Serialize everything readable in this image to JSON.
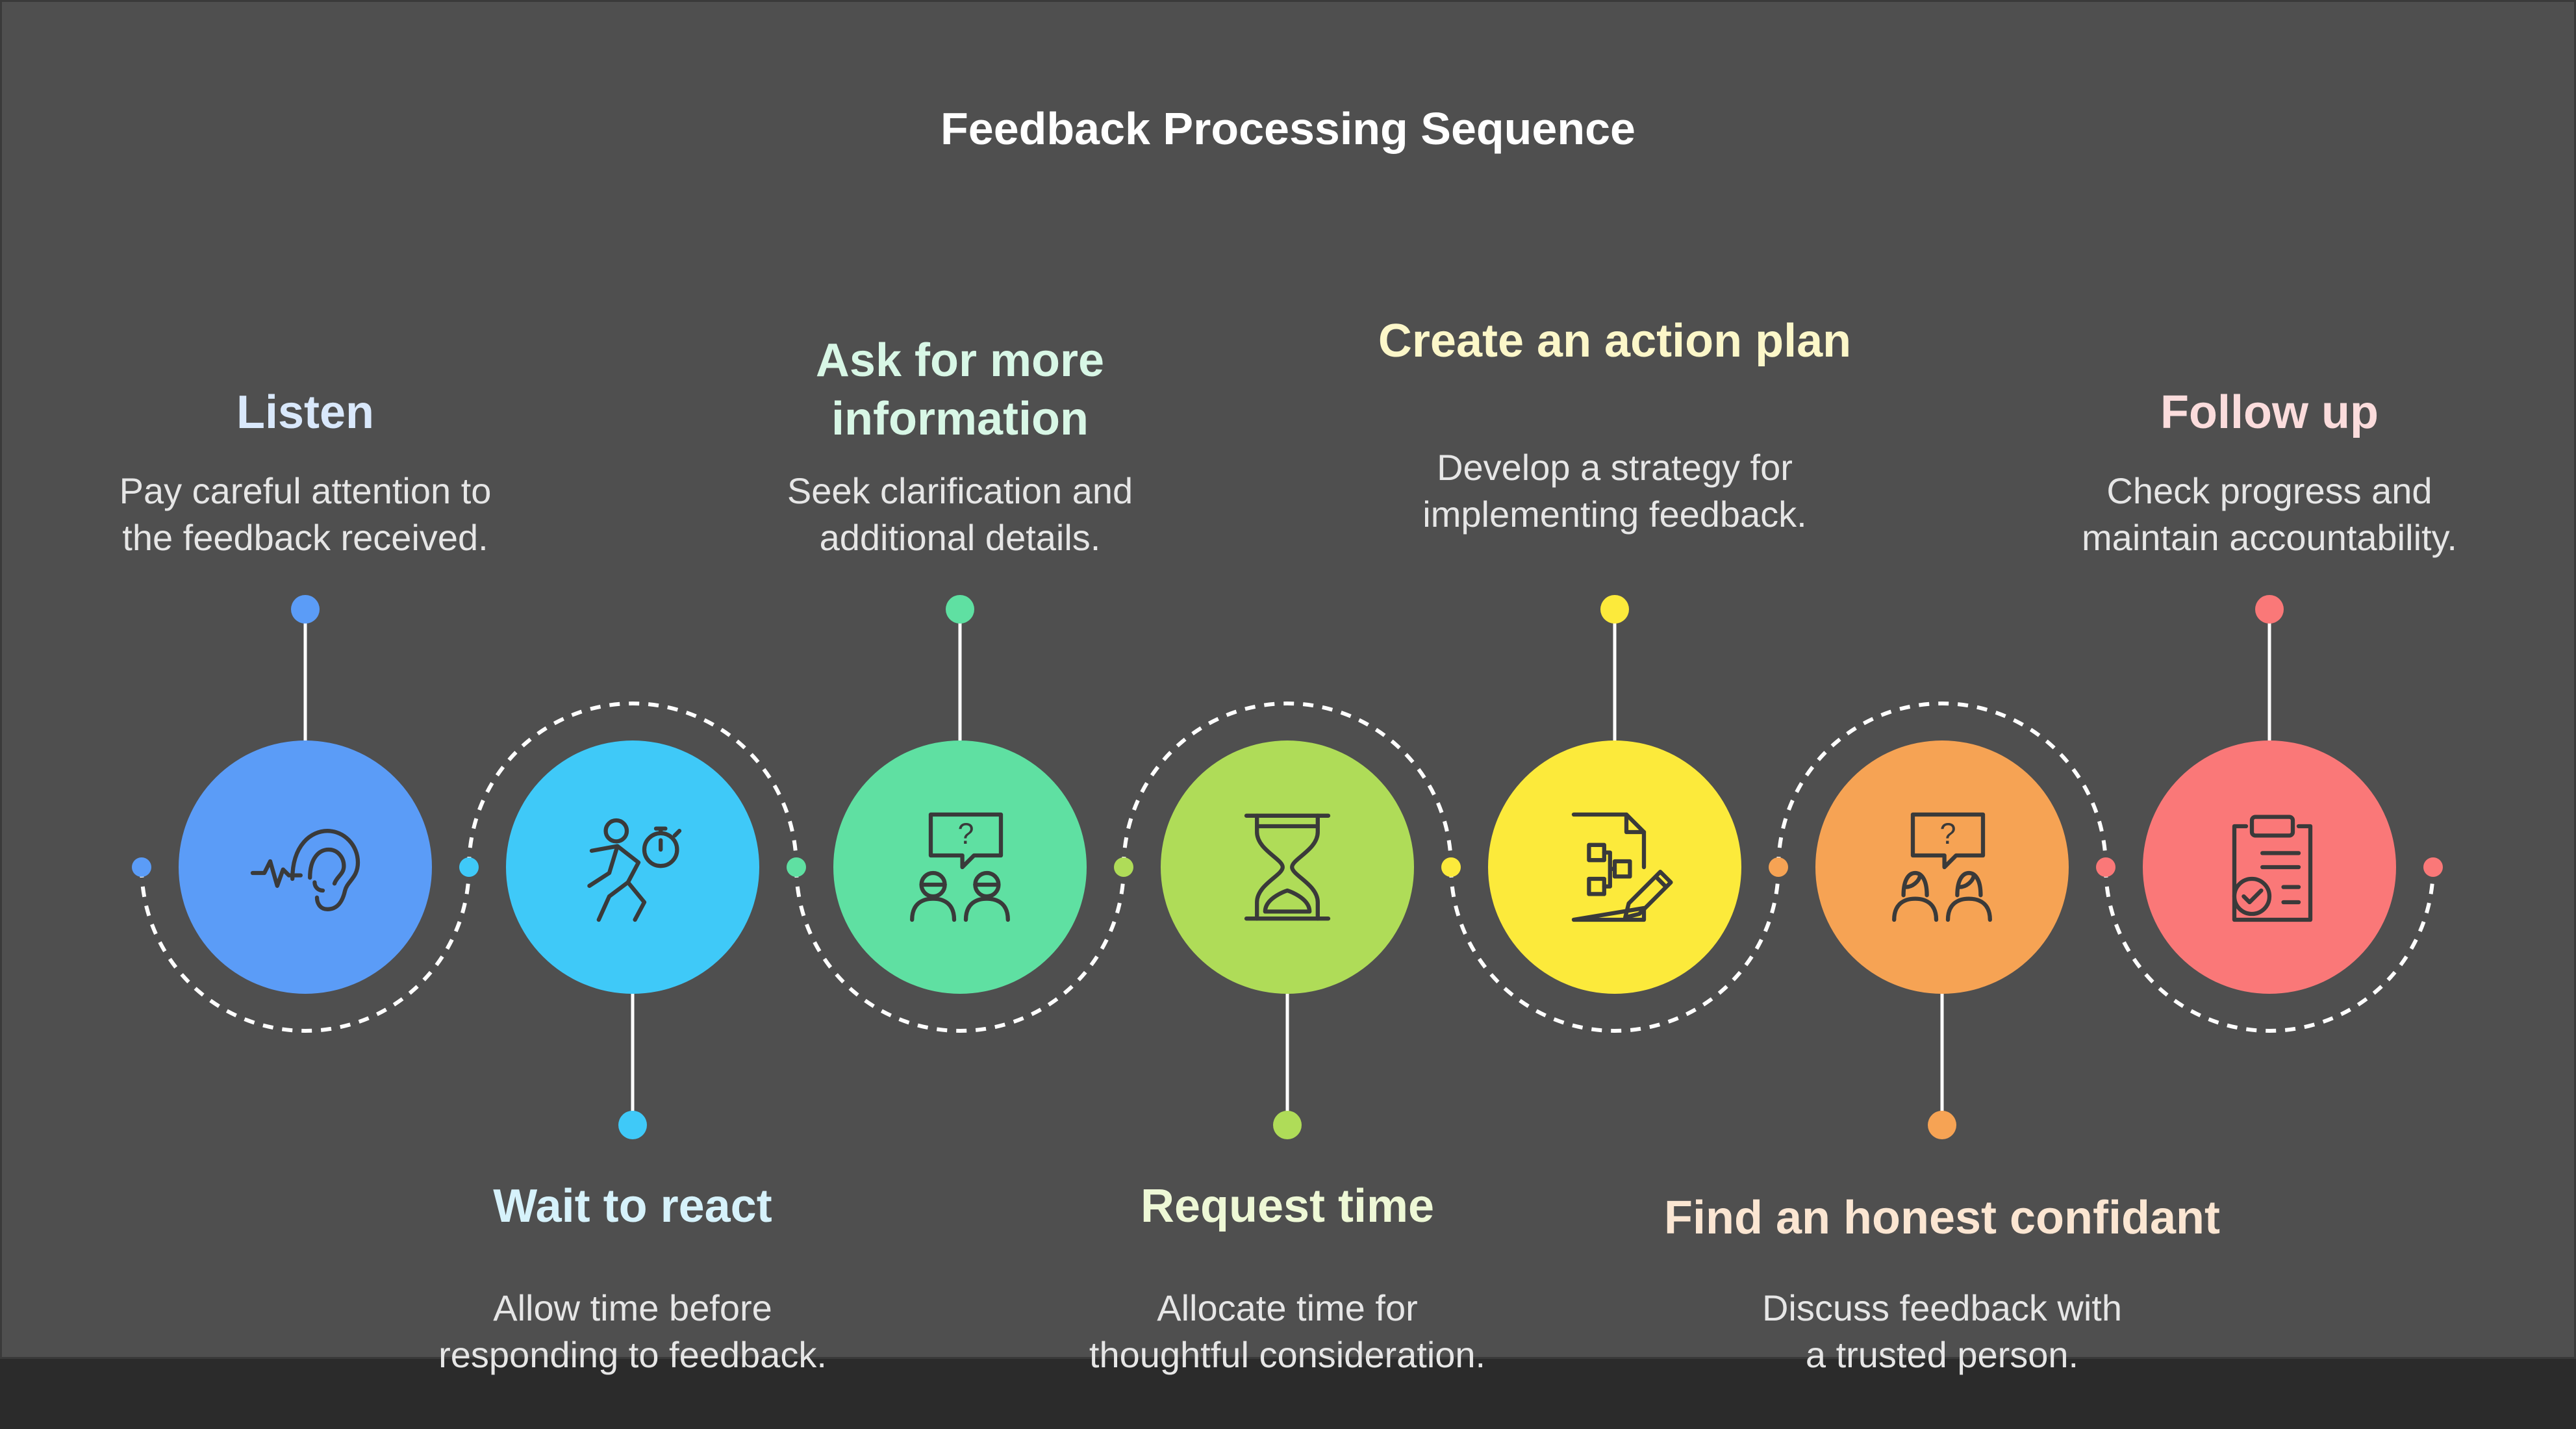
{
  "title": "Feedback Processing Sequence",
  "steps": [
    {
      "title": "Listen",
      "desc_lines": [
        "Pay careful attention to",
        "the feedback received."
      ],
      "color": "#5b9cf7",
      "title_color": "#d9e8fb",
      "icon": "ear-icon",
      "position": "top"
    },
    {
      "title": "Wait to react",
      "desc_lines": [
        "Allow time before",
        "responding to feedback."
      ],
      "color": "#3fc9f8",
      "title_color": "#d6f2fb",
      "icon": "runner-stopwatch-icon",
      "position": "bottom"
    },
    {
      "title_lines": [
        "Ask for more",
        "information"
      ],
      "desc_lines": [
        "Seek clarification and",
        "additional details."
      ],
      "color": "#5fe0a2",
      "title_color": "#d8f7e6",
      "icon": "question-people-icon",
      "position": "top"
    },
    {
      "title": "Request time",
      "desc_lines": [
        "Allocate time for",
        "thoughtful consideration."
      ],
      "color": "#afdc58",
      "title_color": "#eef8d6",
      "icon": "hourglass-icon",
      "position": "bottom"
    },
    {
      "title": "Create an action plan",
      "desc_lines": [
        "Develop a strategy for",
        "implementing feedback."
      ],
      "color": "#fcea3b",
      "title_color": "#fcf7c9",
      "icon": "plan-document-icon",
      "position": "top"
    },
    {
      "title": "Find an honest confidant",
      "desc_lines": [
        "Discuss feedback with",
        "a trusted person."
      ],
      "color": "#f6a354",
      "title_color": "#fbe6d2",
      "icon": "confidants-icon",
      "position": "bottom"
    },
    {
      "title": "Follow up",
      "desc_lines": [
        "Check progress and",
        "maintain accountability."
      ],
      "color": "#fa7878",
      "title_color": "#fbdcdc",
      "icon": "clipboard-check-icon",
      "position": "top"
    }
  ]
}
